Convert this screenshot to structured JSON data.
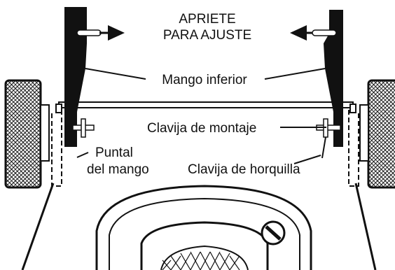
{
  "labels": {
    "instruction_line1": "APRIETE",
    "instruction_line2": "PARA AJUSTE",
    "lower_handle": "Mango inferior",
    "mounting_pin": "Clavija de montaje",
    "handle_strut_line1": "Puntal",
    "handle_strut_line2": "del mango",
    "hairpin_clip": "Clavija de horquilla"
  },
  "colors": {
    "ink": "#111111",
    "paper": "#ffffff"
  }
}
